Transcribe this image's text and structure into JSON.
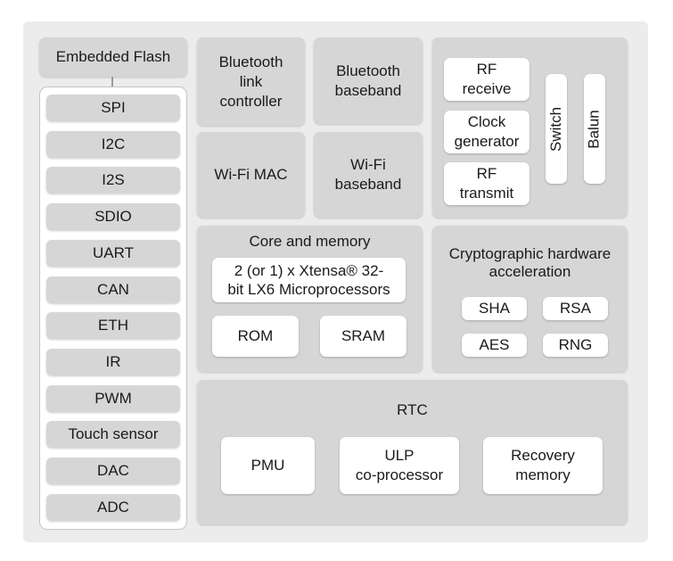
{
  "peripherals": {
    "embedded_flash": "Embedded Flash",
    "items": [
      "SPI",
      "I2C",
      "I2S",
      "SDIO",
      "UART",
      "CAN",
      "ETH",
      "IR",
      "PWM",
      "Touch sensor",
      "DAC",
      "ADC"
    ]
  },
  "bluetooth": {
    "link_controller": [
      "Bluetooth",
      "link",
      "controller"
    ],
    "baseband": [
      "Bluetooth",
      "baseband"
    ]
  },
  "wifi": {
    "mac": "Wi-Fi MAC",
    "baseband": [
      "Wi-Fi",
      "baseband"
    ]
  },
  "rf": {
    "receive": [
      "RF",
      "receive"
    ],
    "clock": [
      "Clock",
      "generator"
    ],
    "transmit": [
      "RF",
      "transmit"
    ],
    "switch": "Switch",
    "balun": "Balun"
  },
  "core": {
    "title": "Core and memory",
    "cpu": [
      "2 (or 1) x Xtensa® 32-",
      "bit LX6 Microprocessors"
    ],
    "rom": "ROM",
    "sram": "SRAM"
  },
  "crypto": {
    "title": [
      "Cryptographic hardware",
      "acceleration"
    ],
    "sha": "SHA",
    "rsa": "RSA",
    "aes": "AES",
    "rng": "RNG"
  },
  "rtc": {
    "title": "RTC",
    "pmu": "PMU",
    "ulp": [
      "ULP",
      "co-processor"
    ],
    "recovery": [
      "Recovery",
      "memory"
    ]
  }
}
